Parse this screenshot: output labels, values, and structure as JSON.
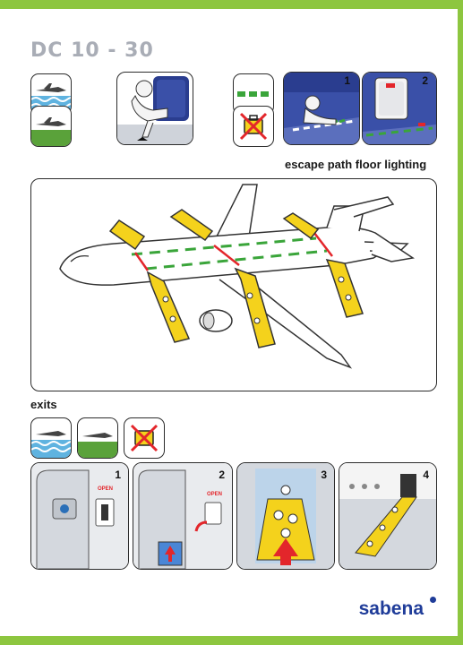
{
  "header": {
    "title": "DC  10 - 30"
  },
  "sections": {
    "floor_lighting_caption": "escape path floor lighting",
    "exits_caption": "exits"
  },
  "steps": {
    "top": [
      {
        "number": "1"
      },
      {
        "number": "2"
      }
    ],
    "bottom": [
      {
        "number": "1"
      },
      {
        "number": "2"
      },
      {
        "number": "3"
      },
      {
        "number": "4"
      }
    ]
  },
  "door_labels": {
    "open_1": "OPEN",
    "open_2": "OPEN"
  },
  "brand": {
    "name": "sabena"
  },
  "icons": {
    "water_landing": "water-landing-icon",
    "ground_landing": "ground-landing-icon",
    "no_baggage": "no-baggage-icon",
    "floor_lighting": "floor-lighting-icon"
  },
  "colors": {
    "accent_green": "#8dc63f",
    "slide_yellow": "#f4d21c",
    "arrow_red": "#e3262b",
    "brand_blue": "#1f3c99"
  }
}
